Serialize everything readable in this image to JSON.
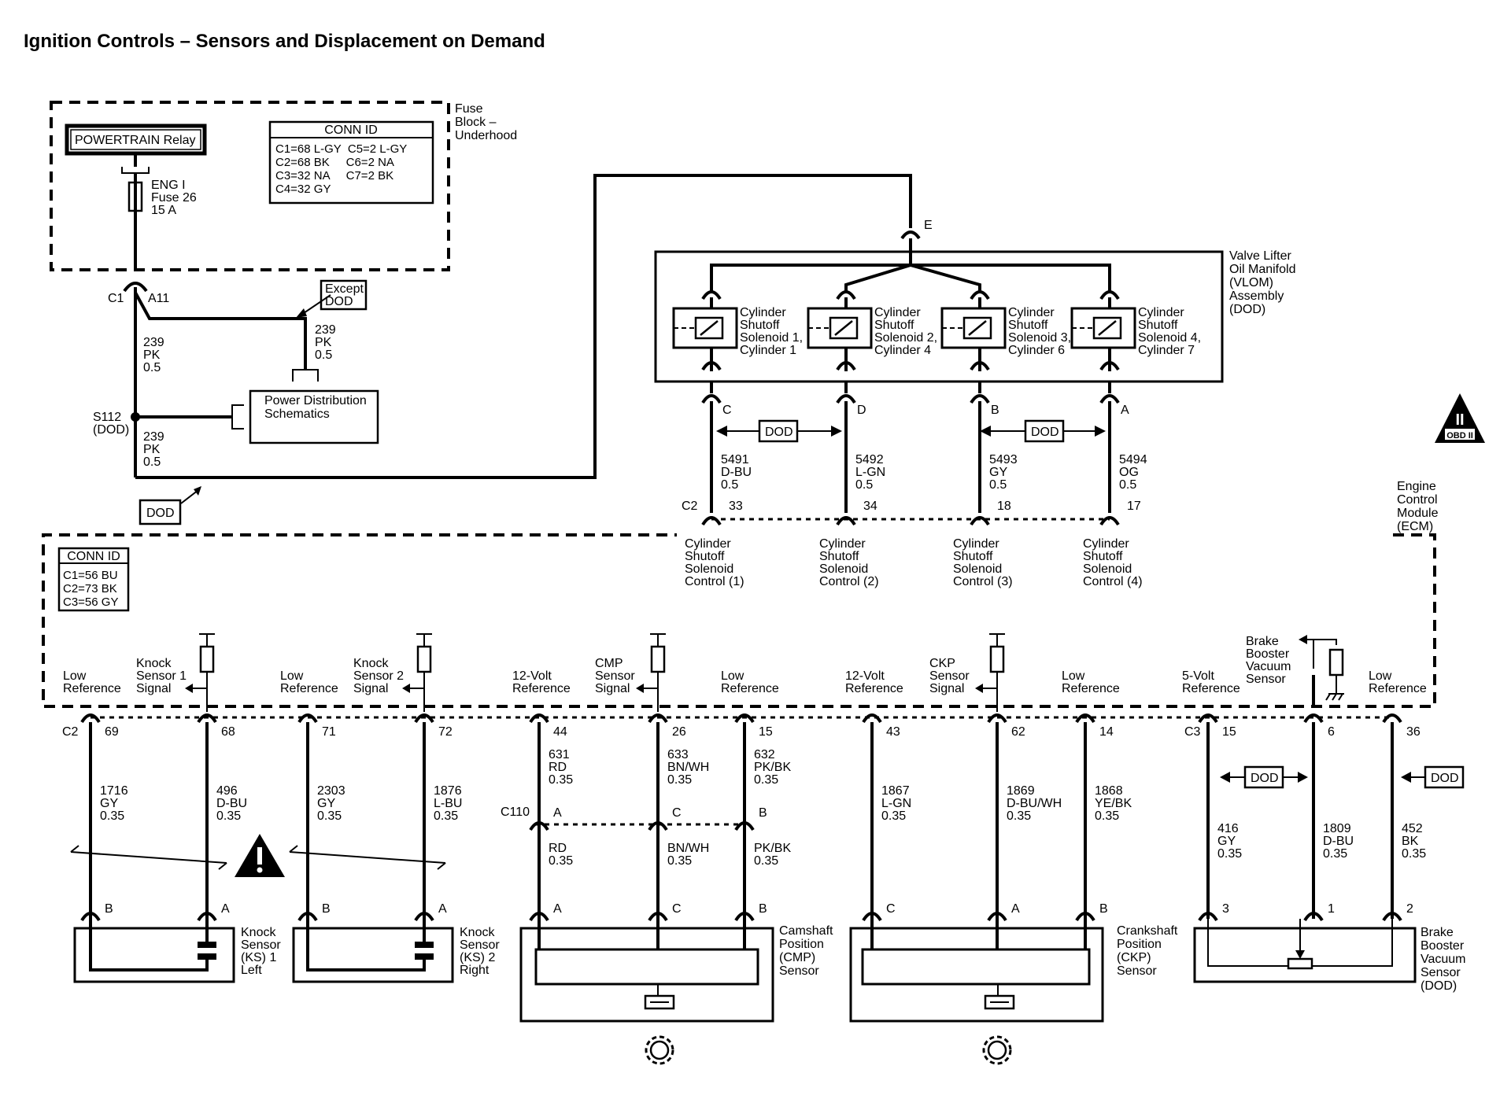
{
  "title": "Ignition Controls – Sensors and Displacement on Demand",
  "fuse_block": {
    "label": [
      "Fuse",
      "Block –",
      "Underhood"
    ],
    "relay": "POWERTRAIN Relay",
    "fuse": [
      "ENG I",
      "Fuse 26",
      "15 A"
    ],
    "conn_id": {
      "title": "CONN ID",
      "rows": [
        "C1=68 L-GY  C5=2 L-GY",
        "C2=68 BK     C6=2 NA",
        "C3=32 NA     C7=2 BK",
        "C4=32 GY"
      ]
    },
    "pin_conn": "C1",
    "pin": "A11"
  },
  "except_dod": [
    "Except",
    "DOD"
  ],
  "wire_239_left": [
    "239",
    "PK",
    "0.5"
  ],
  "wire_239_right": [
    "239",
    "PK",
    "0.5"
  ],
  "wire_239_lower": [
    "239",
    "PK",
    "0.5"
  ],
  "splice": [
    "S112",
    "(DOD)"
  ],
  "power_distribution": [
    "Power Distribution",
    "Schematics"
  ],
  "dod_tag": "DOD",
  "vlom": {
    "label": [
      "Valve Lifter",
      "Oil Manifold",
      "(VLOM)",
      "Assembly",
      "(DOD)"
    ],
    "feed_pin": "E",
    "solenoids": [
      {
        "label": [
          "Cylinder",
          "Shutoff",
          "Solenoid 1,",
          "Cylinder 1"
        ],
        "pin": "C",
        "wire": [
          "5491",
          "D-BU",
          "0.5"
        ],
        "ecm_pin": "33",
        "ecm_label": [
          "Cylinder",
          "Shutoff",
          "Solenoid",
          "Control (1)"
        ]
      },
      {
        "label": [
          "Cylinder",
          "Shutoff",
          "Solenoid 2,",
          "Cylinder 4"
        ],
        "pin": "D",
        "wire": [
          "5492",
          "L-GN",
          "0.5"
        ],
        "ecm_pin": "34",
        "ecm_label": [
          "Cylinder",
          "Shutoff",
          "Solenoid",
          "Control (2)"
        ]
      },
      {
        "label": [
          "Cylinder",
          "Shutoff",
          "Solenoid 3,",
          "Cylinder 6"
        ],
        "pin": "B",
        "wire": [
          "5493",
          "GY",
          "0.5"
        ],
        "ecm_pin": "18",
        "ecm_label": [
          "Cylinder",
          "Shutoff",
          "Solenoid",
          "Control (3)"
        ]
      },
      {
        "label": [
          "Cylinder",
          "Shutoff",
          "Solenoid 4,",
          "Cylinder 7"
        ],
        "pin": "A",
        "wire": [
          "5494",
          "OG",
          "0.5"
        ],
        "ecm_pin": "17",
        "ecm_label": [
          "Cylinder",
          "Shutoff",
          "Solenoid",
          "Control (4)"
        ]
      }
    ],
    "ecm_conn": "C2"
  },
  "ecm": {
    "label": [
      "Engine",
      "Control",
      "Module",
      "(ECM)"
    ],
    "conn_id": {
      "title": "CONN ID",
      "rows": [
        "C1=56 BU",
        "C2=73 BK",
        "C3=56 GY"
      ]
    }
  },
  "obd": "OBD II",
  "obd_numeral": "II",
  "knock": {
    "conn": "C2",
    "pins": [
      {
        "label": [
          "Low",
          "Reference"
        ],
        "num": "69",
        "wire": [
          "1716",
          "GY",
          "0.35"
        ],
        "pin": "B"
      },
      {
        "label": [
          "Knock",
          "Sensor 1",
          "Signal"
        ],
        "num": "68",
        "wire": [
          "496",
          "D-BU",
          "0.35"
        ],
        "pin": "A"
      },
      {
        "label": [
          "Low",
          "Reference"
        ],
        "num": "71",
        "wire": [
          "2303",
          "GY",
          "0.35"
        ],
        "pin": "B"
      },
      {
        "label": [
          "Knock",
          "Sensor 2",
          "Signal"
        ],
        "num": "72",
        "wire": [
          "1876",
          "L-BU",
          "0.35"
        ],
        "pin": "A"
      }
    ],
    "sensor1": [
      "Knock",
      "Sensor",
      "(KS) 1",
      "Left"
    ],
    "sensor2": [
      "Knock",
      "Sensor",
      "(KS) 2",
      "Right"
    ]
  },
  "cmp": {
    "pins": [
      {
        "label": [
          "12-Volt",
          "Reference"
        ],
        "num": "44",
        "wire": [
          "631",
          "RD",
          "0.35"
        ],
        "c110": "A",
        "lower_wire": [
          "RD",
          "0.35"
        ],
        "pin": "A"
      },
      {
        "label": [
          "CMP",
          "Sensor",
          "Signal"
        ],
        "num": "26",
        "wire": [
          "633",
          "BN/WH",
          "0.35"
        ],
        "c110": "C",
        "lower_wire": [
          "BN/WH",
          "0.35"
        ],
        "pin": "C"
      },
      {
        "label": [
          "Low",
          "Reference"
        ],
        "num": "15",
        "wire": [
          "632",
          "PK/BK",
          "0.35"
        ],
        "c110": "B",
        "lower_wire": [
          "PK/BK",
          "0.35"
        ],
        "pin": "B"
      }
    ],
    "c110": "C110",
    "sensor": [
      "Camshaft",
      "Position",
      "(CMP)",
      "Sensor"
    ]
  },
  "ckp": {
    "pins": [
      {
        "label": [
          "12-Volt",
          "Reference"
        ],
        "num": "43",
        "wire": [
          "1867",
          "L-GN",
          "0.35"
        ],
        "pin": "C"
      },
      {
        "label": [
          "CKP",
          "Sensor",
          "Signal"
        ],
        "num": "62",
        "wire": [
          "1869",
          "D-BU/WH",
          "0.35"
        ],
        "pin": "A"
      },
      {
        "label": [
          "Low",
          "Reference"
        ],
        "num": "14",
        "wire": [
          "1868",
          "YE/BK",
          "0.35"
        ],
        "pin": "B"
      }
    ],
    "sensor": [
      "Crankshaft",
      "Position",
      "(CKP)",
      "Sensor"
    ]
  },
  "brake": {
    "conn": "C3",
    "ecm_label": [
      "Brake",
      "Booster",
      "Vacuum",
      "Sensor"
    ],
    "pins": [
      {
        "label": [
          "5-Volt",
          "Reference"
        ],
        "num": "15",
        "wire": [
          "416",
          "GY",
          "0.35"
        ],
        "pin": "3"
      },
      {
        "label": [],
        "num": "6",
        "wire": [
          "1809",
          "D-BU",
          "0.35"
        ],
        "pin": "1"
      },
      {
        "label": [
          "Low",
          "Reference"
        ],
        "num": "36",
        "wire": [
          "452",
          "BK",
          "0.35"
        ],
        "pin": "2"
      }
    ],
    "sensor": [
      "Brake",
      "Booster",
      "Vacuum",
      "Sensor",
      "(DOD)"
    ]
  }
}
